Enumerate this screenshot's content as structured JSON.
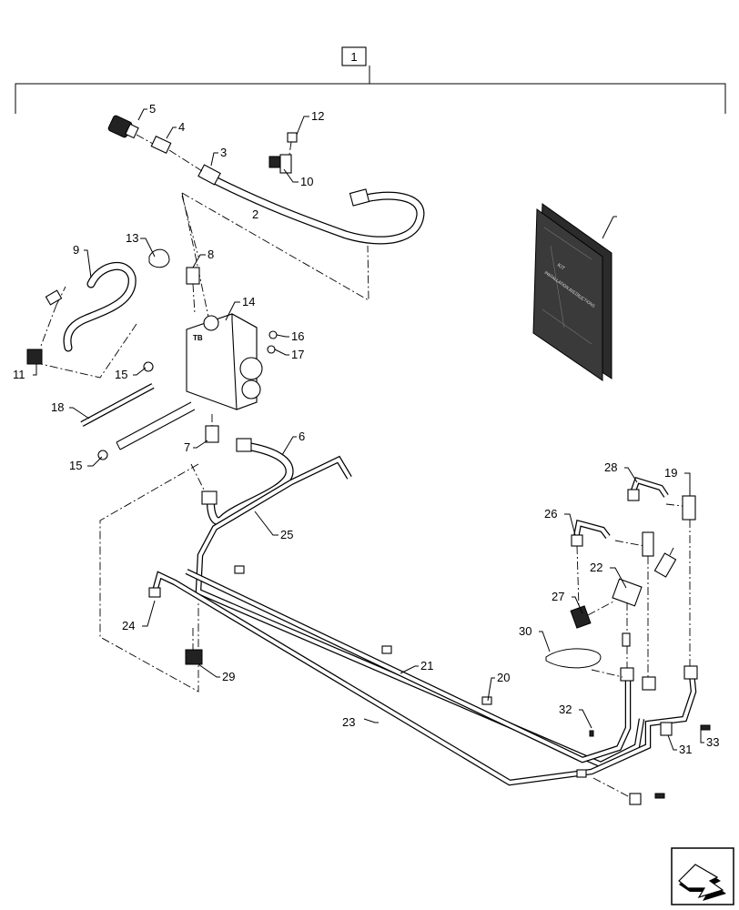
{
  "diagram": {
    "group_callout": "1",
    "callouts": [
      {
        "id": "c1",
        "label": "1"
      },
      {
        "id": "c2",
        "label": "2"
      },
      {
        "id": "c3",
        "label": "3"
      },
      {
        "id": "c4",
        "label": "4"
      },
      {
        "id": "c5",
        "label": "5"
      },
      {
        "id": "c6",
        "label": "6"
      },
      {
        "id": "c7",
        "label": "7"
      },
      {
        "id": "c8",
        "label": "8"
      },
      {
        "id": "c9",
        "label": "9"
      },
      {
        "id": "c10",
        "label": "10"
      },
      {
        "id": "c11",
        "label": "11"
      },
      {
        "id": "c12",
        "label": "12"
      },
      {
        "id": "c13",
        "label": "13"
      },
      {
        "id": "c14",
        "label": "14"
      },
      {
        "id": "c15a",
        "label": "15"
      },
      {
        "id": "c15b",
        "label": "15"
      },
      {
        "id": "c16",
        "label": "16"
      },
      {
        "id": "c17",
        "label": "17"
      },
      {
        "id": "c18",
        "label": "18"
      },
      {
        "id": "c19",
        "label": "19"
      },
      {
        "id": "c20",
        "label": "20"
      },
      {
        "id": "c21",
        "label": "21"
      },
      {
        "id": "c22",
        "label": "22"
      },
      {
        "id": "c23",
        "label": "23"
      },
      {
        "id": "c24",
        "label": "24"
      },
      {
        "id": "c25",
        "label": "25"
      },
      {
        "id": "c26",
        "label": "26"
      },
      {
        "id": "c27",
        "label": "27"
      },
      {
        "id": "c28",
        "label": "28"
      },
      {
        "id": "c29",
        "label": "29"
      },
      {
        "id": "c30",
        "label": "30"
      },
      {
        "id": "c31",
        "label": "31"
      },
      {
        "id": "c32",
        "label": "32"
      },
      {
        "id": "c33",
        "label": "33"
      }
    ],
    "booklet": {
      "line1": "KIT",
      "line2": "INSTALLATION INSTRUCTIONS"
    },
    "valve_mark": "TB",
    "colors": {
      "ink": "#000000",
      "paper": "#ffffff",
      "booklet": "#2b2b2b"
    }
  }
}
